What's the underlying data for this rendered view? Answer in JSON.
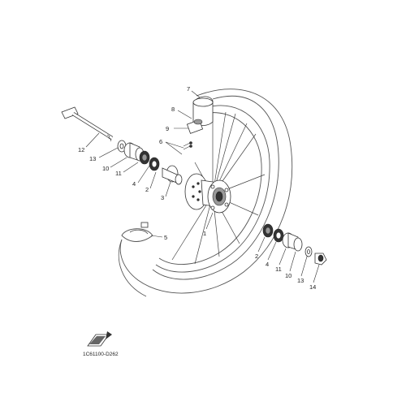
{
  "diagram": {
    "code": "1C61100-D262",
    "labels": {
      "p1": "1",
      "p2a": "2",
      "p2b": "2",
      "p3": "3",
      "p4a": "4",
      "p4b": "4",
      "p5": "5",
      "p6": "6",
      "p7": "7",
      "p8": "8",
      "p9": "9",
      "p10a": "10",
      "p10b": "10",
      "p11a": "11",
      "p11b": "11",
      "p12": "12",
      "p13a": "13",
      "p13b": "13",
      "p14": "14"
    },
    "fwd_icon": "fwd-arrow-icon"
  }
}
